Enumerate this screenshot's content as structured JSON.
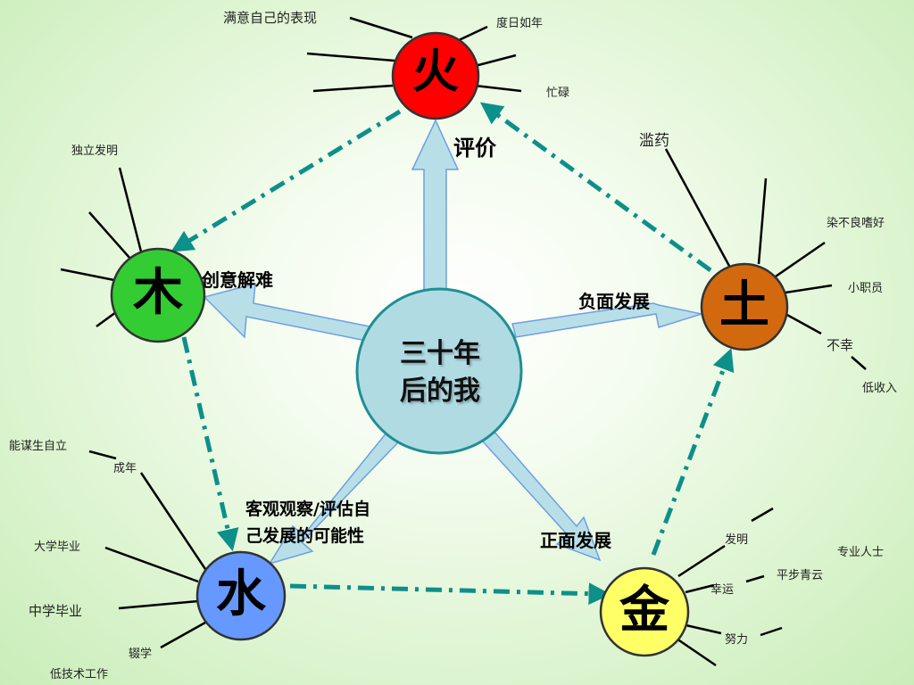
{
  "center": {
    "line1": "三十年",
    "line2": "后的我"
  },
  "elements": {
    "fire": "火",
    "wood": "木",
    "earth": "土",
    "water": "水",
    "metal": "金"
  },
  "arrow_labels": {
    "evaluate": "评价",
    "creative": "创意解难",
    "negative": "负面发展",
    "positive": "正面发展",
    "observe_line1": "客观观察/评估自",
    "observe_line2": "己发展的可能性"
  },
  "fire_branches": {
    "satisfied": "满意自己的表现",
    "ordinary": "度日如年",
    "busy": "忙碌"
  },
  "wood_branches": {
    "invent": "独立发明"
  },
  "earth_branches": {
    "drugs": "滥药",
    "habits": "染不良嗜好",
    "clerk": "小职员",
    "misfortune": "不幸",
    "low_income": "低收入"
  },
  "water_branches": {
    "self_reliant": "能谋生自立",
    "adult": "成年",
    "university": "大学毕业",
    "secondary": "中学毕业",
    "dropout": "辍学",
    "low_skill": "低技术工作"
  },
  "metal_branches": {
    "invention": "发明",
    "professional": "专业人士",
    "luck": "幸运",
    "rise": "平步青云",
    "effort": "努力"
  },
  "colors": {
    "fire": "#ff0000",
    "wood": "#33cc33",
    "earth": "#d2690f",
    "water": "#6699ff",
    "metal": "#ffff66",
    "center": "#b0dbe3",
    "arrow": "#b8dfe8",
    "dash": "#0d8f8a"
  }
}
